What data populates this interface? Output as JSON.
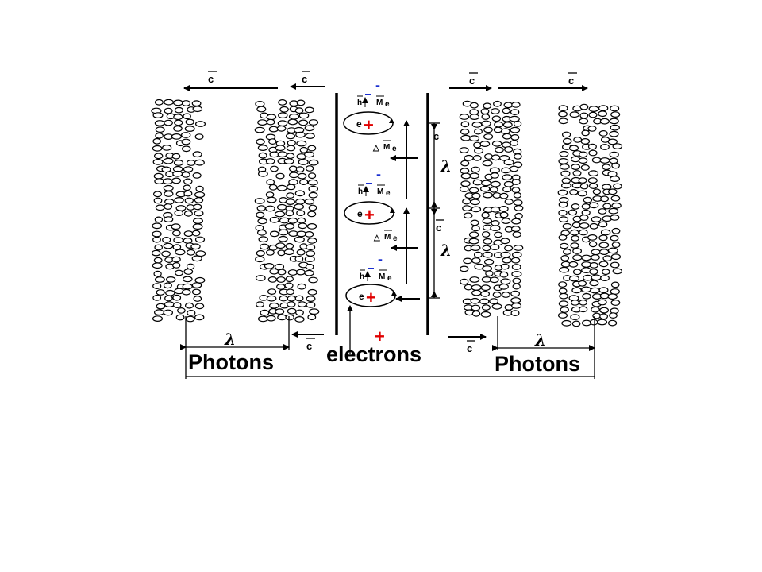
{
  "labels": {
    "photons_left": "Photons",
    "photons_right": "Photons",
    "electrons": "electrons",
    "c_bar": "c",
    "c": "c",
    "lambda": "λ",
    "h_bar": "h",
    "M_e": "M",
    "M_sub": "e",
    "delta": "△",
    "electron": "e",
    "plus": "+",
    "minus": "-"
  },
  "colors": {
    "positive": "#e00000",
    "negative": "#1a2fd0",
    "ink": "#000000"
  },
  "electron_units": 3,
  "photon_columns": 4
}
